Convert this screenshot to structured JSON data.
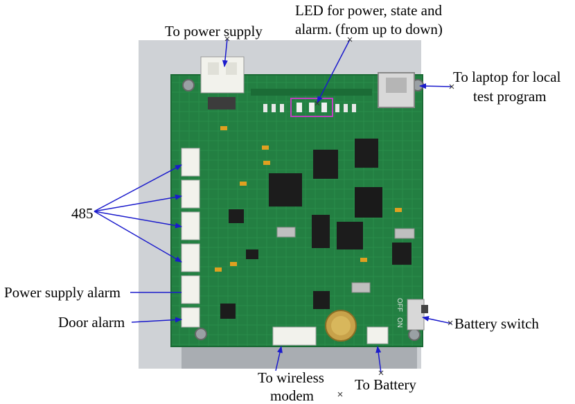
{
  "labels": {
    "power_supply": "To power supply",
    "led_line1": "LED for power, state and",
    "led_line2": "alarm. (from up to down)",
    "laptop_line1": "To laptop for local",
    "laptop_line2": "test program",
    "rs485": "485",
    "power_alarm": "Power supply alarm",
    "door_alarm": "Door alarm",
    "battery_switch": "Battery switch",
    "wireless_line1": "To wireless",
    "wireless_line2": "modem",
    "battery": "To Battery"
  },
  "board_markings": {
    "off": "OFF",
    "on": "ON"
  },
  "colors": {
    "arrow": "#1a1acc",
    "pcb": "#1f7a3c",
    "led_box": "#c040c0"
  }
}
